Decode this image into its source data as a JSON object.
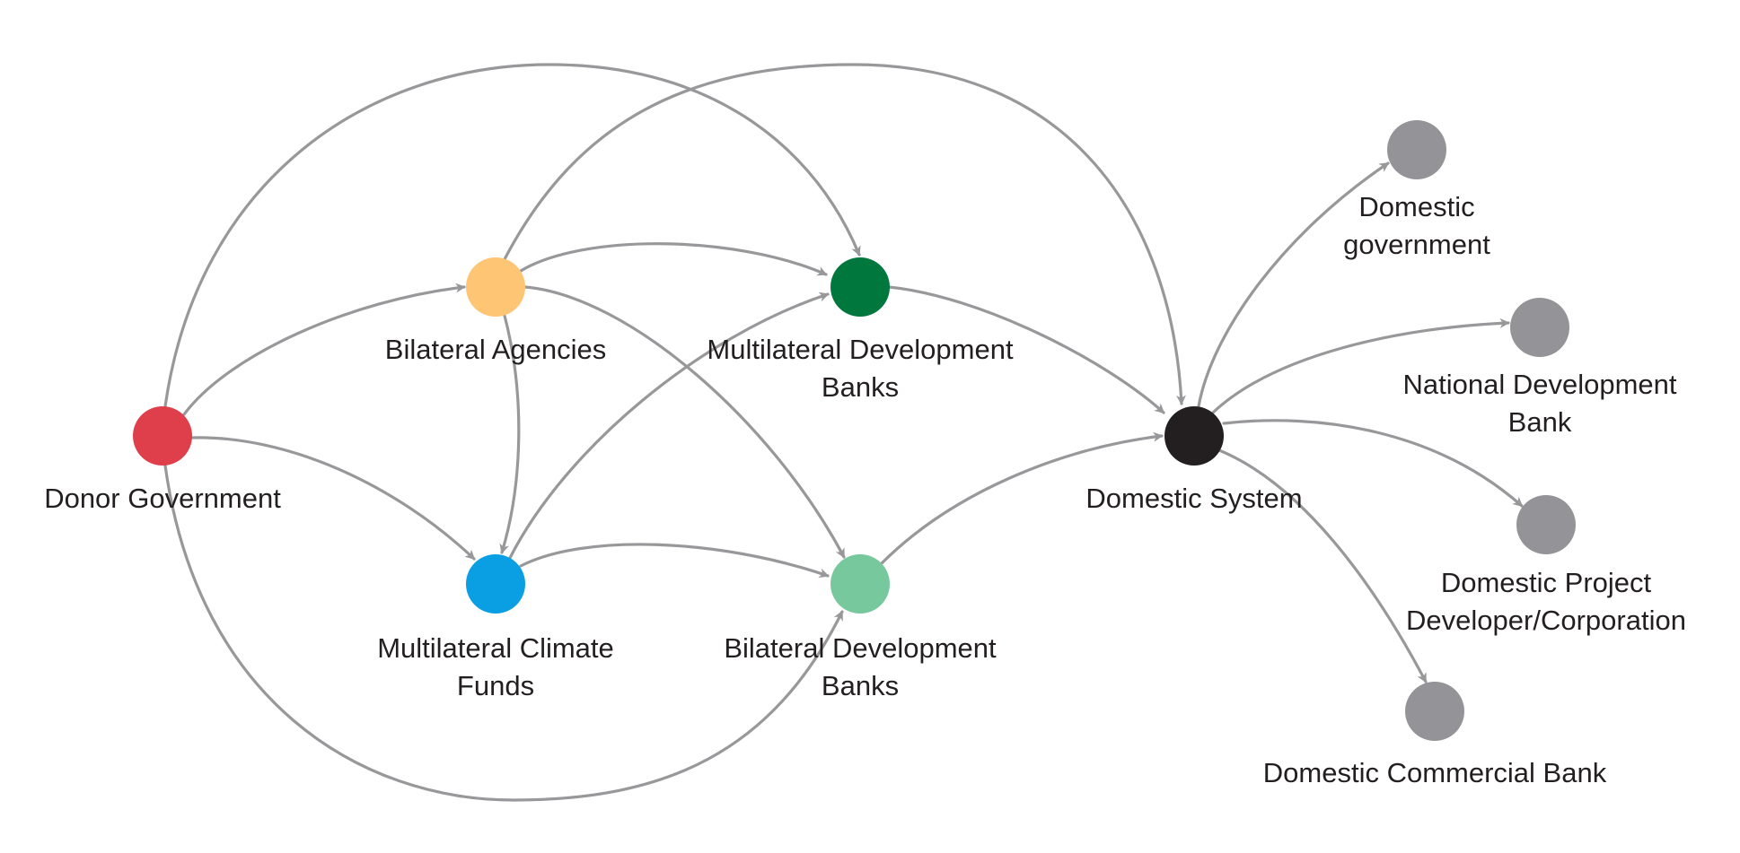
{
  "colors": {
    "edge": "#98989b",
    "label": "#231f20"
  },
  "nodes": [
    {
      "id": "donor_government",
      "label_lines": [
        "Donor Government"
      ],
      "color": "#de3f4b"
    },
    {
      "id": "bilateral_agencies",
      "label_lines": [
        "Bilateral Agencies"
      ],
      "color": "#fec575"
    },
    {
      "id": "multilateral_climate_funds",
      "label_lines": [
        "Multilateral Climate",
        "Funds"
      ],
      "color": "#0a9ee2"
    },
    {
      "id": "multilateral_development_banks",
      "label_lines": [
        "Multilateral Development",
        "Banks"
      ],
      "color": "#00773d"
    },
    {
      "id": "bilateral_development_banks",
      "label_lines": [
        "Bilateral Development",
        "Banks"
      ],
      "color": "#78c89d"
    },
    {
      "id": "domestic_system",
      "label_lines": [
        "Domestic System"
      ],
      "color": "#231f20"
    },
    {
      "id": "domestic_government",
      "label_lines": [
        "Domestic",
        "government"
      ],
      "color": "#949498"
    },
    {
      "id": "national_development_bank",
      "label_lines": [
        "National Development",
        "Bank"
      ],
      "color": "#949498"
    },
    {
      "id": "domestic_project_developer",
      "label_lines": [
        "Domestic Project",
        "Developer/Corporation"
      ],
      "color": "#949498"
    },
    {
      "id": "domestic_commercial_bank",
      "label_lines": [
        "Domestic Commercial Bank"
      ],
      "color": "#949498"
    }
  ],
  "edges": [
    {
      "from": "donor_government",
      "to": "bilateral_agencies"
    },
    {
      "from": "donor_government",
      "to": "multilateral_climate_funds"
    },
    {
      "from": "donor_government",
      "to": "multilateral_development_banks"
    },
    {
      "from": "donor_government",
      "to": "bilateral_development_banks"
    },
    {
      "from": "bilateral_agencies",
      "to": "multilateral_development_banks"
    },
    {
      "from": "bilateral_agencies",
      "to": "multilateral_climate_funds"
    },
    {
      "from": "bilateral_agencies",
      "to": "bilateral_development_banks"
    },
    {
      "from": "bilateral_agencies",
      "to": "domestic_system"
    },
    {
      "from": "multilateral_climate_funds",
      "to": "multilateral_development_banks"
    },
    {
      "from": "multilateral_climate_funds",
      "to": "bilateral_development_banks"
    },
    {
      "from": "multilateral_development_banks",
      "to": "domestic_system"
    },
    {
      "from": "bilateral_development_banks",
      "to": "domestic_system"
    },
    {
      "from": "domestic_system",
      "to": "domestic_government"
    },
    {
      "from": "domestic_system",
      "to": "national_development_bank"
    },
    {
      "from": "domestic_system",
      "to": "domestic_project_developer"
    },
    {
      "from": "domestic_system",
      "to": "domestic_commercial_bank"
    }
  ]
}
